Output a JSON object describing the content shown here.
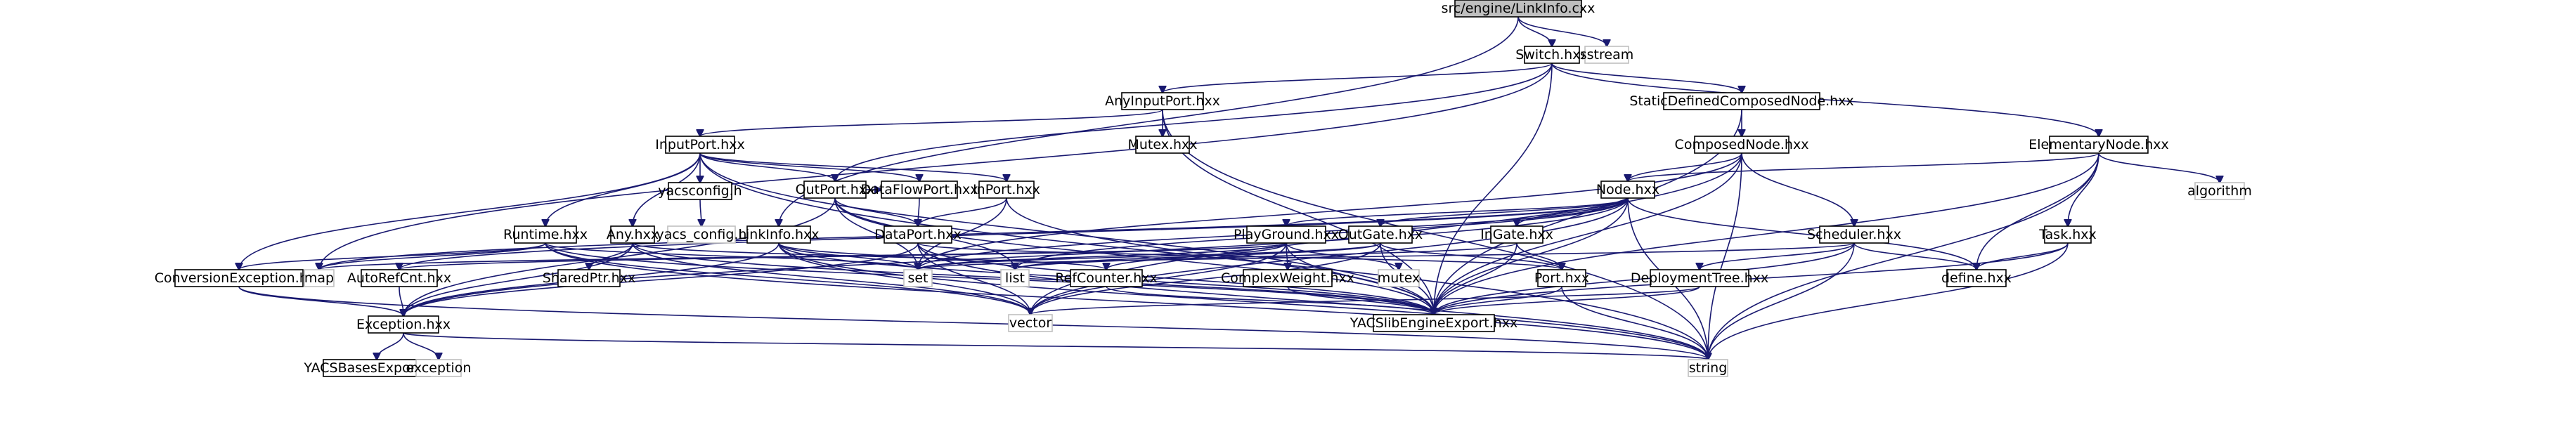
{
  "title": "Include dependency graph for src/engine/LinkInfo.cxx",
  "colors": {
    "edge": "#191970",
    "root_fill": "#bfbfbf",
    "ext_border": "#bfbfbf",
    "node_border": "#000000"
  },
  "nodes": [
    {
      "id": "root",
      "label": "src/engine/LinkInfo.cxx",
      "kind": "root"
    },
    {
      "id": "switch",
      "label": "Switch.hxx",
      "kind": "local"
    },
    {
      "id": "sstream",
      "label": "sstream",
      "kind": "ext"
    },
    {
      "id": "anyinputport",
      "label": "AnyInputPort.hxx",
      "kind": "local"
    },
    {
      "id": "staticdef",
      "label": "StaticDefinedComposedNode.hxx",
      "kind": "local"
    },
    {
      "id": "elementary",
      "label": "ElementaryNode.hxx",
      "kind": "local"
    },
    {
      "id": "inputport",
      "label": "InputPort.hxx",
      "kind": "local"
    },
    {
      "id": "mutex_h",
      "label": "Mutex.hxx",
      "kind": "local"
    },
    {
      "id": "composed",
      "label": "ComposedNode.hxx",
      "kind": "local"
    },
    {
      "id": "algorithm",
      "label": "algorithm",
      "kind": "ext"
    },
    {
      "id": "yacsconfig",
      "label": "yacsconfig.h",
      "kind": "local"
    },
    {
      "id": "outport",
      "label": "OutPort.hxx",
      "kind": "local"
    },
    {
      "id": "dataflowport",
      "label": "DataFlowPort.hxx",
      "kind": "local"
    },
    {
      "id": "inport",
      "label": "InPort.hxx",
      "kind": "local"
    },
    {
      "id": "node",
      "label": "Node.hxx",
      "kind": "local"
    },
    {
      "id": "yacs_config",
      "label": "yacs_config.h",
      "kind": "ext"
    },
    {
      "id": "linkinfo",
      "label": "LinkInfo.hxx",
      "kind": "local"
    },
    {
      "id": "runtime",
      "label": "Runtime.hxx",
      "kind": "local"
    },
    {
      "id": "any",
      "label": "Any.hxx",
      "kind": "local"
    },
    {
      "id": "dataport",
      "label": "DataPort.hxx",
      "kind": "local"
    },
    {
      "id": "playground",
      "label": "PlayGround.hxx",
      "kind": "local"
    },
    {
      "id": "outgate",
      "label": "OutGate.hxx",
      "kind": "local"
    },
    {
      "id": "ingate",
      "label": "InGate.hxx",
      "kind": "local"
    },
    {
      "id": "scheduler",
      "label": "Scheduler.hxx",
      "kind": "local"
    },
    {
      "id": "task",
      "label": "Task.hxx",
      "kind": "local"
    },
    {
      "id": "conversionexc",
      "label": "ConversionException.hxx",
      "kind": "local"
    },
    {
      "id": "map",
      "label": "map",
      "kind": "ext"
    },
    {
      "id": "autorefcnt",
      "label": "AutoRefCnt.hxx",
      "kind": "local"
    },
    {
      "id": "sharedptr",
      "label": "SharedPtr.hxx",
      "kind": "local"
    },
    {
      "id": "set",
      "label": "set",
      "kind": "ext"
    },
    {
      "id": "list",
      "label": "list",
      "kind": "ext"
    },
    {
      "id": "refcounter",
      "label": "RefCounter.hxx",
      "kind": "local"
    },
    {
      "id": "complexweight",
      "label": "ComplexWeight.hxx",
      "kind": "local"
    },
    {
      "id": "mutex",
      "label": "mutex",
      "kind": "ext"
    },
    {
      "id": "port",
      "label": "Port.hxx",
      "kind": "local"
    },
    {
      "id": "deploymenttree",
      "label": "DeploymentTree.hxx",
      "kind": "local"
    },
    {
      "id": "define",
      "label": "define.hxx",
      "kind": "local"
    },
    {
      "id": "exception_h",
      "label": "Exception.hxx",
      "kind": "local"
    },
    {
      "id": "vector",
      "label": "vector",
      "kind": "ext"
    },
    {
      "id": "yacslib",
      "label": "YACSlibEngineExport.hxx",
      "kind": "local"
    },
    {
      "id": "yacsbases",
      "label": "YACSBasesExport.hxx",
      "kind": "local"
    },
    {
      "id": "exception",
      "label": "exception",
      "kind": "ext"
    },
    {
      "id": "string",
      "label": "string",
      "kind": "ext"
    }
  ],
  "edges": [
    [
      "root",
      "switch"
    ],
    [
      "root",
      "sstream"
    ],
    [
      "root",
      "linkinfo"
    ],
    [
      "switch",
      "anyinputport"
    ],
    [
      "switch",
      "staticdef"
    ],
    [
      "switch",
      "elementary"
    ],
    [
      "switch",
      "outport"
    ],
    [
      "switch",
      "map"
    ],
    [
      "switch",
      "yacslib"
    ],
    [
      "anyinputport",
      "inputport"
    ],
    [
      "anyinputport",
      "mutex_h"
    ],
    [
      "anyinputport",
      "yacslib"
    ],
    [
      "anyinputport",
      "string"
    ],
    [
      "staticdef",
      "composed"
    ],
    [
      "staticdef",
      "yacslib"
    ],
    [
      "elementary",
      "node"
    ],
    [
      "elementary",
      "task"
    ],
    [
      "elementary",
      "define"
    ],
    [
      "elementary",
      "algorithm"
    ],
    [
      "elementary",
      "yacslib"
    ],
    [
      "elementary",
      "string"
    ],
    [
      "inputport",
      "yacsconfig"
    ],
    [
      "inputport",
      "outport"
    ],
    [
      "inputport",
      "dataflowport"
    ],
    [
      "inputport",
      "inport"
    ],
    [
      "inputport",
      "runtime"
    ],
    [
      "inputport",
      "any"
    ],
    [
      "inputport",
      "conversionexc"
    ],
    [
      "inputport",
      "yacslib"
    ],
    [
      "inputport",
      "string"
    ],
    [
      "yacsconfig",
      "yacs_config"
    ],
    [
      "composed",
      "node"
    ],
    [
      "composed",
      "scheduler"
    ],
    [
      "composed",
      "set"
    ],
    [
      "composed",
      "vector"
    ],
    [
      "composed",
      "yacslib"
    ],
    [
      "composed",
      "string"
    ],
    [
      "outport",
      "dataflowport"
    ],
    [
      "outport",
      "dataport"
    ],
    [
      "outport",
      "set"
    ],
    [
      "outport",
      "list"
    ],
    [
      "outport",
      "yacslib"
    ],
    [
      "outport",
      "exception_h"
    ],
    [
      "dataflowport",
      "dataport"
    ],
    [
      "inport",
      "dataport"
    ],
    [
      "inport",
      "set"
    ],
    [
      "inport",
      "yacslib"
    ],
    [
      "node",
      "playground"
    ],
    [
      "node",
      "outgate"
    ],
    [
      "node",
      "ingate"
    ],
    [
      "node",
      "define"
    ],
    [
      "node",
      "set"
    ],
    [
      "node",
      "list"
    ],
    [
      "node",
      "map"
    ],
    [
      "node",
      "vector"
    ],
    [
      "node",
      "autorefcnt"
    ],
    [
      "node",
      "yacslib"
    ],
    [
      "node",
      "string"
    ],
    [
      "node",
      "exception_h"
    ],
    [
      "linkinfo",
      "set"
    ],
    [
      "linkinfo",
      "list"
    ],
    [
      "linkinfo",
      "exception_h"
    ],
    [
      "linkinfo",
      "vector"
    ],
    [
      "linkinfo",
      "yacslib"
    ],
    [
      "linkinfo",
      "string"
    ],
    [
      "runtime",
      "map"
    ],
    [
      "runtime",
      "set"
    ],
    [
      "runtime",
      "vector"
    ],
    [
      "runtime",
      "conversionexc"
    ],
    [
      "runtime",
      "yacslib"
    ],
    [
      "runtime",
      "string"
    ],
    [
      "any",
      "sharedptr"
    ],
    [
      "any",
      "refcounter"
    ],
    [
      "any",
      "exception_h"
    ],
    [
      "any",
      "vector"
    ],
    [
      "any",
      "yacslib"
    ],
    [
      "dataport",
      "port"
    ],
    [
      "dataport",
      "exception_h"
    ],
    [
      "dataport",
      "vector"
    ],
    [
      "dataport",
      "yacslib"
    ],
    [
      "dataport",
      "string"
    ],
    [
      "playground",
      "complexweight"
    ],
    [
      "playground",
      "mutex"
    ],
    [
      "playground",
      "map"
    ],
    [
      "playground",
      "set"
    ],
    [
      "playground",
      "vector"
    ],
    [
      "playground",
      "autorefcnt"
    ],
    [
      "playground",
      "refcounter"
    ],
    [
      "playground",
      "yacslib"
    ],
    [
      "outgate",
      "list"
    ],
    [
      "outgate",
      "set"
    ],
    [
      "outgate",
      "port"
    ],
    [
      "outgate",
      "yacslib"
    ],
    [
      "outgate",
      "vector"
    ],
    [
      "ingate",
      "list"
    ],
    [
      "ingate",
      "port"
    ],
    [
      "ingate",
      "yacslib"
    ],
    [
      "scheduler",
      "deploymenttree"
    ],
    [
      "scheduler",
      "define"
    ],
    [
      "scheduler",
      "yacslib"
    ],
    [
      "scheduler",
      "string"
    ],
    [
      "scheduler",
      "set"
    ],
    [
      "task",
      "define"
    ],
    [
      "task",
      "yacslib"
    ],
    [
      "task",
      "string"
    ],
    [
      "conversionexc",
      "exception_h"
    ],
    [
      "conversionexc",
      "string"
    ],
    [
      "autorefcnt",
      "exception_h"
    ],
    [
      "refcounter",
      "yacslib"
    ],
    [
      "complexweight",
      "yacslib"
    ],
    [
      "port",
      "yacslib"
    ],
    [
      "port",
      "string"
    ],
    [
      "deploymenttree",
      "yacslib"
    ],
    [
      "deploymenttree",
      "vector"
    ],
    [
      "exception_h",
      "yacsbases"
    ],
    [
      "exception_h",
      "exception"
    ],
    [
      "exception_h",
      "string"
    ]
  ]
}
